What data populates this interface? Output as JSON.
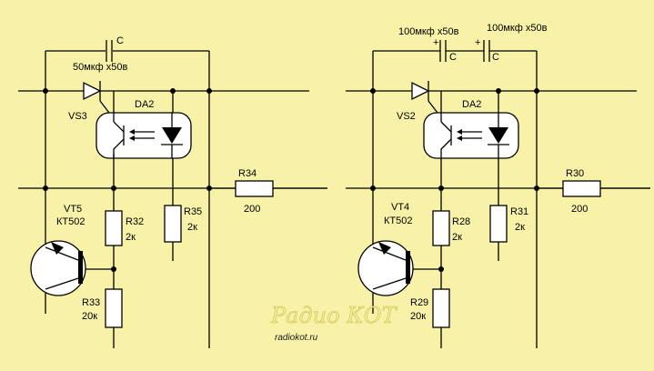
{
  "colors": {
    "background": "#f7f2a8",
    "wire": "#000000",
    "resistor_fill": "#ffffff",
    "optocoupler_fill": "#ffffff"
  },
  "left": {
    "cap_label": "C",
    "cap_value": "50мкф х50в",
    "thyristor": "VS3",
    "opto": "DA2",
    "transistor": "VT5",
    "transistor_type": "КТ502",
    "r_base": "R32",
    "r_base_val": "2к",
    "r_emit": "R33",
    "r_emit_val": "20к",
    "r_led": "R35",
    "r_led_val": "2к",
    "r_out": "R34",
    "r_out_val": "200"
  },
  "right": {
    "cap1_value": "100мкф х50в",
    "cap2_value": "100мкф х50в",
    "cap1_label": "C",
    "cap2_label": "C",
    "plus": "+",
    "thyristor": "VS2",
    "opto": "DA2",
    "transistor": "VT4",
    "transistor_type": "КТ502",
    "r_base": "R28",
    "r_base_val": "2к",
    "r_emit": "R29",
    "r_emit_val": "20к",
    "r_led": "R31",
    "r_led_val": "2к",
    "r_out": "R30",
    "r_out_val": "200"
  },
  "watermark": {
    "logo": "Радио КОТ",
    "site": "radiokot.ru"
  }
}
